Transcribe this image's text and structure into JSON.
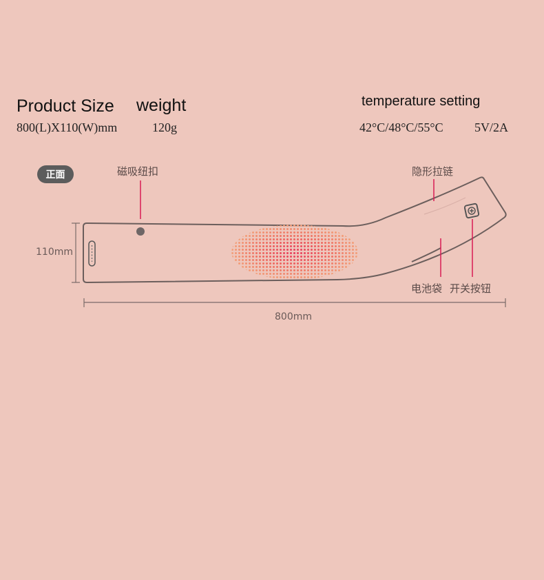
{
  "header": {
    "product_size_label": "Product Size",
    "weight_label": "weight",
    "temperature_label": "temperature setting",
    "product_size_value": "800(L)X110(W)mm",
    "weight_value": "120g",
    "temperature_value": "42°C/48°C/55°C",
    "power_value": "5V/2A"
  },
  "diagram": {
    "view_badge": "正面",
    "callout_magnet": "磁吸纽扣",
    "callout_zipper": "隐形拉链",
    "callout_battery": "电池袋",
    "callout_switch": "开关按钮",
    "height_dim": "110mm",
    "width_dim": "800mm",
    "colors": {
      "outline": "#6b5e5c",
      "callout_line": "#d81b54",
      "heat_outer": "#f08a6a",
      "heat_inner": "#e8365a"
    }
  }
}
